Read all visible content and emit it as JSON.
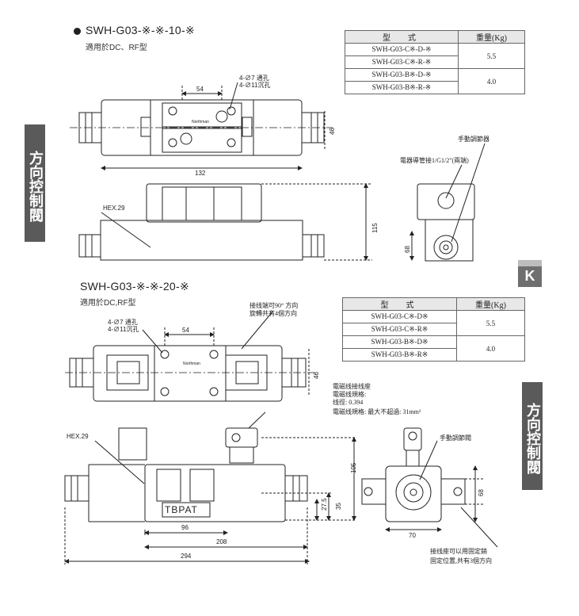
{
  "section1": {
    "title": "SWH-G03-※-※-10-※",
    "subtitle": "適用於DC、RF型",
    "table": {
      "col_model": "型　式",
      "col_weight": "重量(Kg)",
      "rows": [
        {
          "model": "SWH-G03-C※-D-※"
        },
        {
          "model": "SWH-G03-C※-R-※"
        },
        {
          "model": "SWH-G03-B※-D-※"
        },
        {
          "model": "SWH-G03-B※-R-※"
        }
      ],
      "weights": [
        "5.5",
        "4.0"
      ]
    },
    "labels": {
      "hole1": "4-∅7 通孔",
      "hole2": "4-∅11沉孔",
      "dim_54": "54",
      "dim_46": "46",
      "dim_132": "132",
      "dim_115": "115",
      "dim_68": "68",
      "hex": "HEX.29",
      "conduit": "電器導管接1/G1/2\"(兩端)",
      "manual": "手動調節器",
      "brand": "Northman"
    }
  },
  "section2": {
    "title": "SWH-G03-※-※-20-※",
    "subtitle": "適用於DC,RF型",
    "table": {
      "col_model": "型　式",
      "col_weight": "重量(Kg)",
      "rows": [
        {
          "model": "SWH-G03-C※-D※"
        },
        {
          "model": "SWH-G03-C※-R※"
        },
        {
          "model": "SWH-G03-B※-D※"
        },
        {
          "model": "SWH-G03-B※-R※"
        }
      ],
      "weights": [
        "5.5",
        "4.0"
      ]
    },
    "labels": {
      "hole1": "4-∅7 通孔",
      "hole2": "4-∅11沉孔",
      "dim_54": "54",
      "dim_46": "46",
      "rotate1": "接线端可90° 方向",
      "rotate2": "旋轉共有4個方向",
      "connector1": "電磁线接线座",
      "connector2": "電磁线規格:",
      "connector3": "线徑: 0.394",
      "connector4": "電磁线規格: 最大不超過: 31mm²",
      "hex": "HEX.29",
      "manual": "手動調節閥",
      "tbpat": "TBPAT",
      "dim_105": "105",
      "dim_35": "35",
      "dim_27_5": "27.5",
      "dim_96": "96",
      "dim_208": "208",
      "dim_294": "294",
      "dim_68": "68",
      "dim_70": "70",
      "fix1": "接线座可以用固定銷",
      "fix2": "固定位置,共有3個方向",
      "brand": "Northman"
    }
  },
  "side_tabs": {
    "left": "方向控制閥",
    "right_letter": "K",
    "right": "方向控制閥"
  }
}
